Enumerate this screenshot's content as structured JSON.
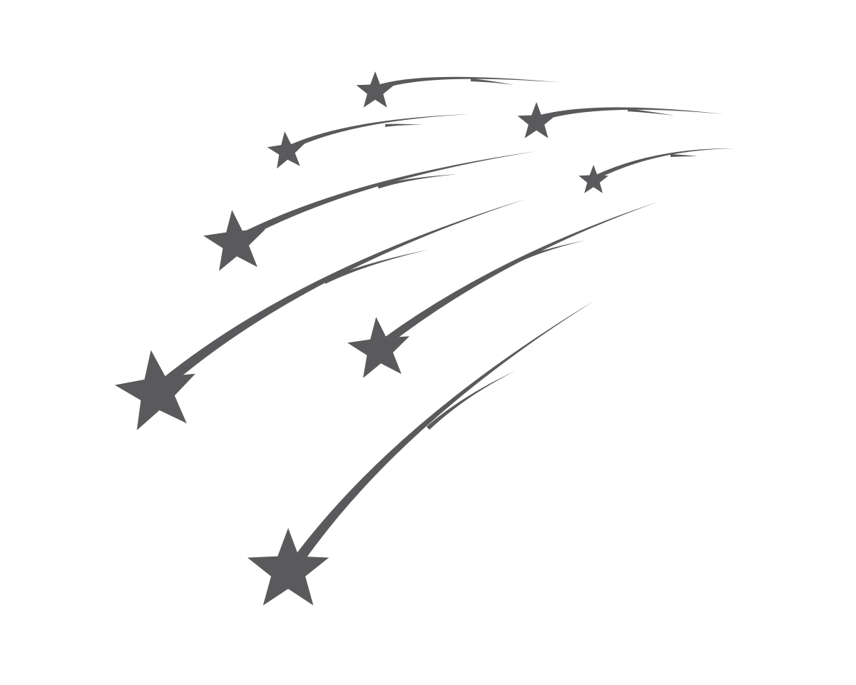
{
  "background_color": "#ffffff",
  "ink_color": "#5a5a5d",
  "shooting_stars": [
    {
      "name": "shooting-star-1",
      "icon": "star-icon"
    },
    {
      "name": "shooting-star-2",
      "icon": "star-icon"
    },
    {
      "name": "shooting-star-3",
      "icon": "star-icon"
    },
    {
      "name": "shooting-star-4",
      "icon": "star-icon"
    },
    {
      "name": "shooting-star-5",
      "icon": "star-icon"
    },
    {
      "name": "shooting-star-6",
      "icon": "star-icon"
    },
    {
      "name": "shooting-star-7",
      "icon": "star-icon"
    },
    {
      "name": "shooting-star-8",
      "icon": "star-icon"
    }
  ]
}
